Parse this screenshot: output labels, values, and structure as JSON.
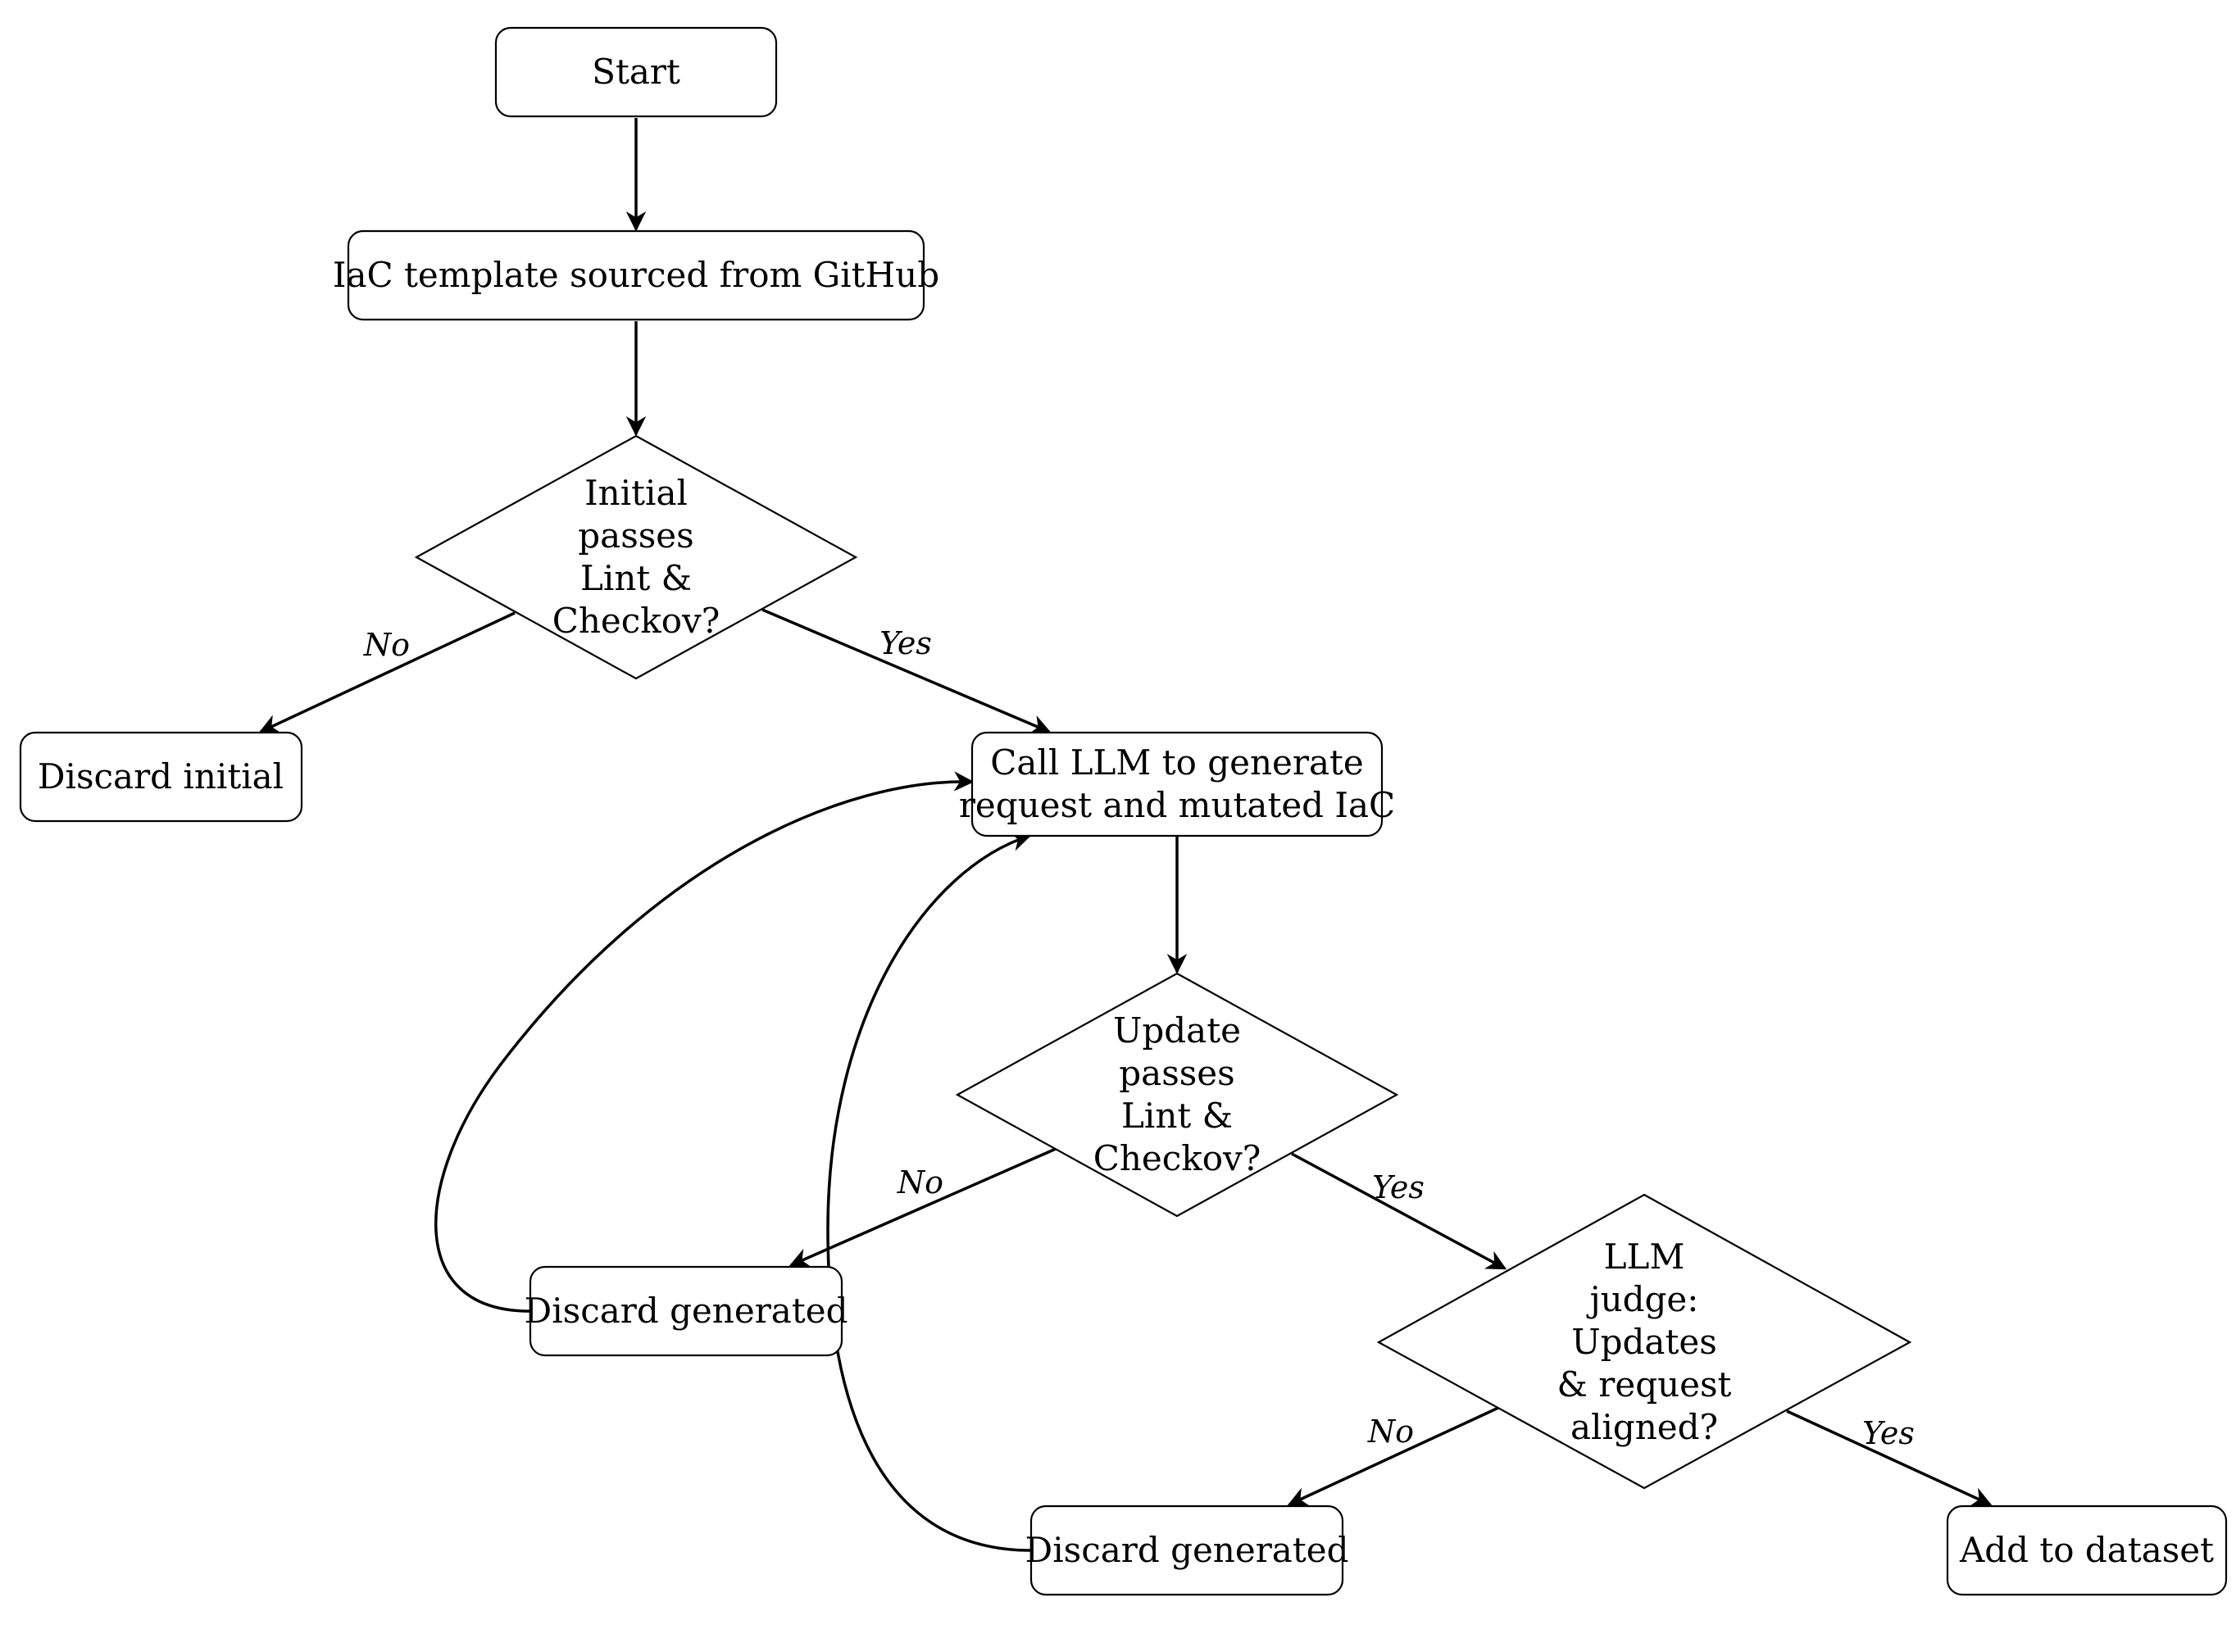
{
  "nodes": {
    "start": {
      "lines": [
        "Start"
      ]
    },
    "template": {
      "lines": [
        "IaC template sourced from GitHub"
      ]
    },
    "initial_check": {
      "lines": [
        "Initial",
        "passes",
        "Lint &",
        "Checkov?"
      ]
    },
    "discard_initial": {
      "lines": [
        "Discard initial"
      ]
    },
    "call_llm": {
      "lines": [
        "Call LLM to generate",
        "request and mutated IaC"
      ]
    },
    "update_check": {
      "lines": [
        "Update",
        "passes",
        "Lint &",
        "Checkov?"
      ]
    },
    "discard_generated_1": {
      "lines": [
        "Discard generated"
      ]
    },
    "llm_judge": {
      "lines": [
        "LLM",
        "judge:",
        "Updates",
        "& request",
        "aligned?"
      ]
    },
    "discard_generated_2": {
      "lines": [
        "Discard generated"
      ]
    },
    "add_dataset": {
      "lines": [
        "Add to dataset"
      ]
    }
  },
  "edge_labels": {
    "initial_no": "No",
    "initial_yes": "Yes",
    "update_no": "No",
    "update_yes": "Yes",
    "judge_no": "No",
    "judge_yes": "Yes"
  }
}
